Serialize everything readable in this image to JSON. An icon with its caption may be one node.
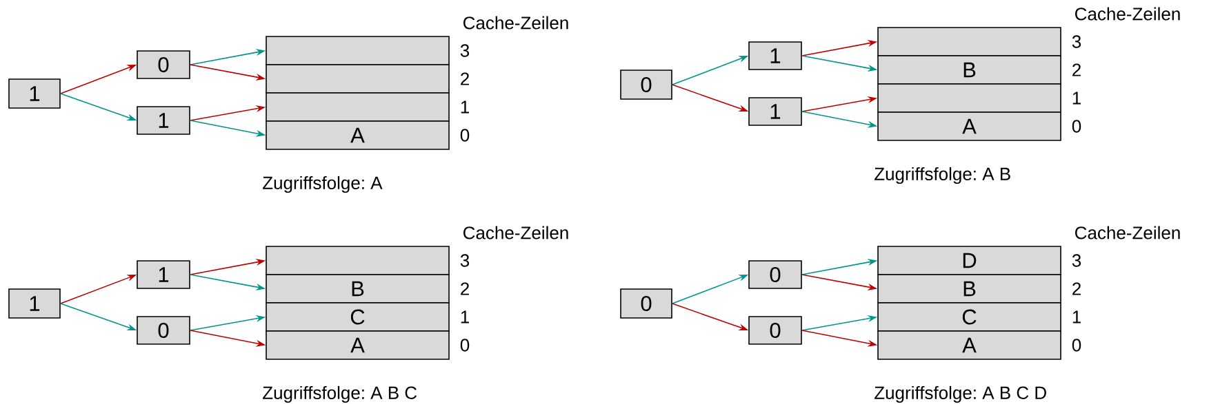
{
  "diagram": {
    "nodes": [
      {
        "text": [
          "1"
        ]
      },
      {
        "text": [
          "0"
        ]
      },
      {
        "text": [
          "1"
        ]
      },
      {
        "text": [],
        "shape": "box"
      },
      {
        "text": [],
        "shape": "box"
      },
      {
        "text": [],
        "shape": "box"
      },
      {
        "text": [
          "A"
        ]
      },
      {
        "text": [
          "0"
        ]
      },
      {
        "text": [
          "1"
        ]
      },
      {
        "text": [
          "1"
        ]
      },
      {
        "text": [],
        "shape": "box"
      },
      {
        "text": [
          "B"
        ]
      },
      {
        "text": [],
        "shape": "box"
      },
      {
        "text": [
          "A"
        ]
      },
      {
        "text": [
          "1"
        ]
      },
      {
        "text": [
          "1"
        ]
      },
      {
        "text": [
          "0"
        ]
      },
      {
        "text": [],
        "shape": "box"
      },
      {
        "text": [
          "B"
        ]
      },
      {
        "text": [
          "C"
        ]
      },
      {
        "text": [
          "A"
        ]
      },
      {
        "text": [
          "0"
        ]
      },
      {
        "text": [
          "0"
        ]
      },
      {
        "text": [
          "0"
        ]
      },
      {
        "text": [
          "D"
        ]
      },
      {
        "text": [
          "B"
        ]
      },
      {
        "text": [
          "C"
        ]
      },
      {
        "text": [
          "A"
        ]
      }
    ],
    "edges": [
      {
        "from": 0,
        "to": 1,
        "arrow": "to",
        "color": "#c00000"
      },
      {
        "from": 0,
        "to": 2,
        "arrow": "to",
        "color": "#009688"
      },
      {
        "from": 1,
        "to": 3,
        "arrow": "to",
        "color": "#009688"
      },
      {
        "from": 1,
        "to": 4,
        "arrow": "to",
        "color": "#c00000"
      },
      {
        "from": 2,
        "to": 5,
        "arrow": "to",
        "color": "#c00000"
      },
      {
        "from": 2,
        "to": 6,
        "arrow": "to",
        "color": "#009688"
      },
      {
        "from": 7,
        "to": 8,
        "arrow": "to",
        "color": "#009688"
      },
      {
        "from": 7,
        "to": 9,
        "arrow": "to",
        "color": "#c00000"
      },
      {
        "from": 8,
        "to": 10,
        "arrow": "to",
        "color": "#c00000"
      },
      {
        "from": 8,
        "to": 11,
        "arrow": "to",
        "color": "#009688"
      },
      {
        "from": 9,
        "to": 12,
        "arrow": "to",
        "color": "#c00000"
      },
      {
        "from": 9,
        "to": 13,
        "arrow": "to",
        "color": "#009688"
      },
      {
        "from": 14,
        "to": 15,
        "arrow": "to",
        "color": "#c00000"
      },
      {
        "from": 14,
        "to": 16,
        "arrow": "to",
        "color": "#009688"
      },
      {
        "from": 15,
        "to": 17,
        "arrow": "to",
        "color": "#c00000"
      },
      {
        "from": 15,
        "to": 18,
        "arrow": "to",
        "color": "#009688"
      },
      {
        "from": 16,
        "to": 19,
        "arrow": "to",
        "color": "#009688"
      },
      {
        "from": 16,
        "to": 20,
        "arrow": "to",
        "color": "#c00000"
      },
      {
        "from": 21,
        "to": 22,
        "arrow": "to",
        "color": "#009688"
      },
      {
        "from": 21,
        "to": 23,
        "arrow": "to",
        "color": "#c00000"
      },
      {
        "from": 22,
        "to": 24,
        "arrow": "to",
        "color": "#009688"
      },
      {
        "from": 22,
        "to": 25,
        "arrow": "to",
        "color": "#c00000"
      },
      {
        "from": 23,
        "to": 26,
        "arrow": "to",
        "color": "#009688"
      },
      {
        "from": 23,
        "to": 27,
        "arrow": "to",
        "color": "#c00000"
      }
    ],
    "labels": [
      "Cache-Zeilen",
      "3",
      "2",
      "1",
      "0",
      "Zugriffsfolge: A",
      "Cache-Zeilen",
      "3",
      "2",
      "1",
      "0",
      "Zugriffsfolge: A B",
      "Cache-Zeilen",
      "3",
      "2",
      "1",
      "0",
      "Zugriffsfolge: A B C",
      "Cache-Zeilen",
      "3",
      "2",
      "1",
      "0",
      "Zugriffsfolge: A B C D"
    ]
  }
}
